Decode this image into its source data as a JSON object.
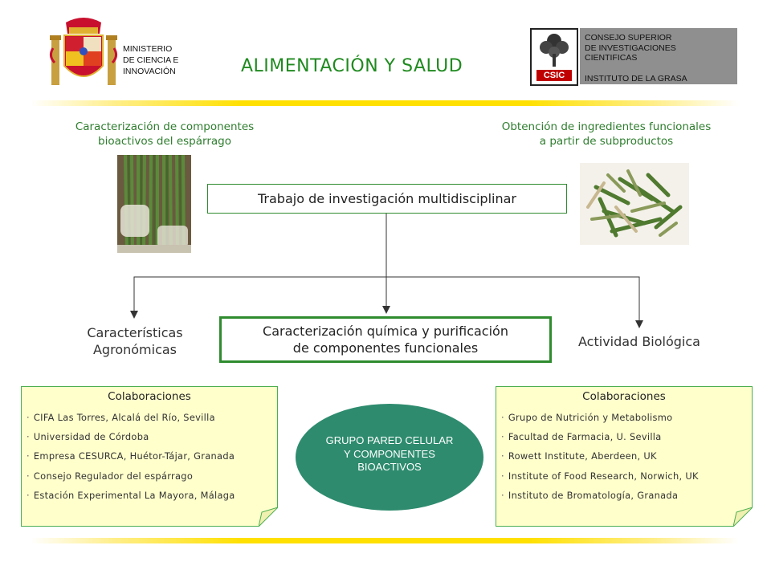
{
  "header": {
    "ministry_lines": [
      "MINISTERIO",
      "DE CIENCIA  E",
      "INNOVACIÓN"
    ],
    "title": "ALIMENTACIÓN Y SALUD",
    "csic_logo_text": "CSIC",
    "csic_lines": [
      "CONSEJO SUPERIOR",
      "DE INVESTIGACIONES",
      "CIENTIFICAS"
    ],
    "institute": "INSTITUTO  DE LA GRASA"
  },
  "captions": {
    "left": [
      "Caracterización de componentes",
      "bioactivos del espárrago"
    ],
    "right": [
      "Obtención de ingredientes funcionales",
      "a partir  de subproductos"
    ]
  },
  "flow": {
    "top_box": "Trabajo de investigación multidisciplinar",
    "left_label": [
      "Características",
      "Agronómicas"
    ],
    "center_box": [
      "Caracterización química y purificación",
      "de componentes funcionales"
    ],
    "right_label": "Actividad Biológica"
  },
  "collab_left": {
    "title": "Colaboraciones",
    "items": [
      "CIFA Las Torres, Alcalá del Río, Sevilla",
      "Universidad de Córdoba",
      "Empresa CESURCA,  Huétor-Tájar, Granada",
      "Consejo Regulador del espárrago",
      "Estación Experimental La Mayora, Málaga"
    ]
  },
  "collab_right": {
    "title": "Colaboraciones",
    "items": [
      "Grupo de Nutrición y Metabolismo",
      "Facultad de Farmacia, U. Sevilla",
      "Rowett Institute, Aberdeen, UK",
      "Institute of Food Research, Norwich, UK",
      "Instituto de Bromatología, Granada"
    ]
  },
  "group": [
    "GRUPO PARED CELULAR",
    "Y COMPONENTES",
    "BIOACTIVOS"
  ],
  "colors": {
    "accent_green": "#2e8b2e",
    "title_green": "#1f8a1f",
    "stripe_yellow": "#ffe000",
    "note_yellow": "#ffffcc",
    "ellipse_green": "#2e8b6e"
  }
}
